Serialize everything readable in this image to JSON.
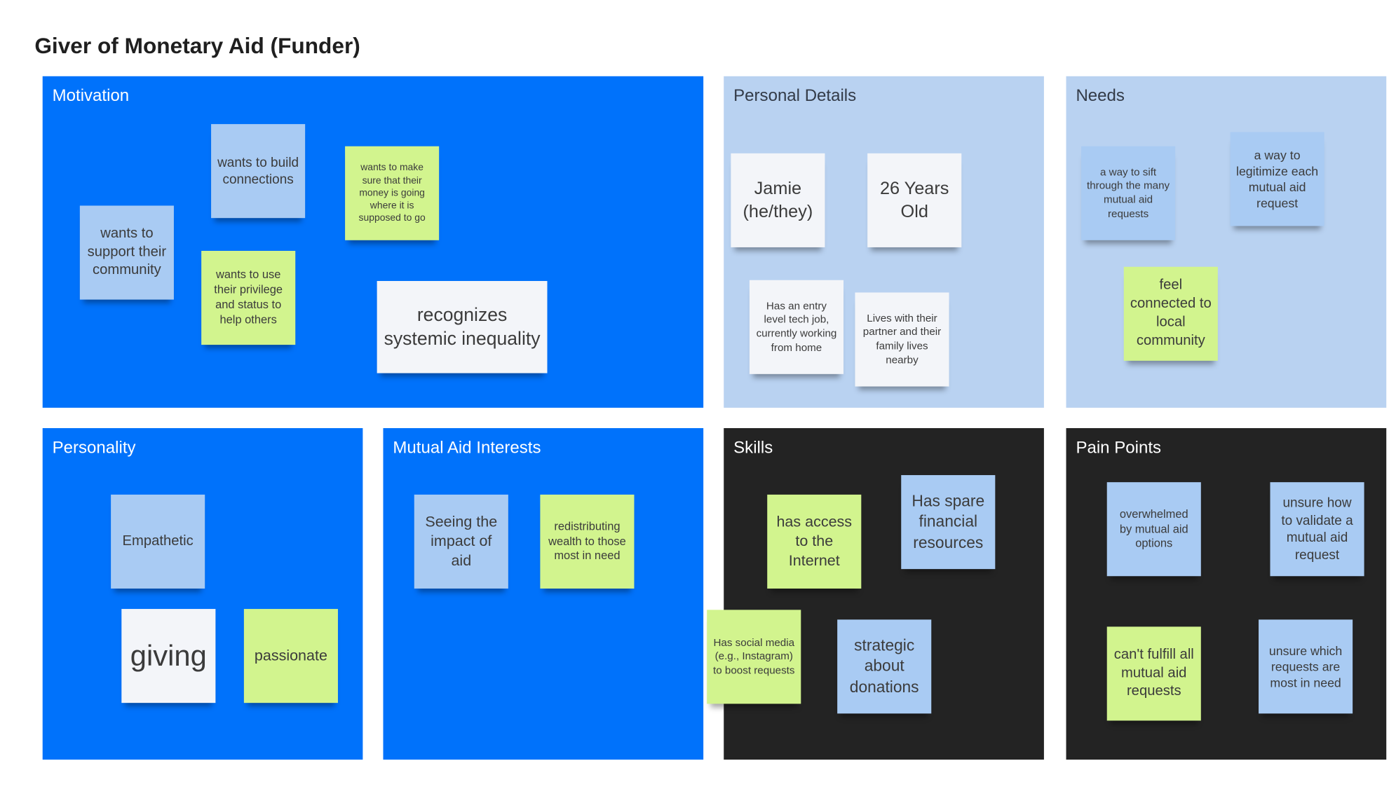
{
  "board": {
    "title": "Giver of Monetary Aid (Funder)"
  },
  "colors": {
    "frame_blue": "#0072fb",
    "frame_light": "#b9d2f1",
    "frame_dark": "#232323",
    "note_blue": "#a9cbf3",
    "note_green": "#d2f48e",
    "note_white": "#f3f5f9"
  },
  "frames": {
    "motivation": {
      "label": "Motivation",
      "notes": [
        "wants to support their community",
        "wants to build connections",
        "wants to make sure that their money is going where it is supposed to go",
        "wants to use their privilege and status to help others",
        "recognizes systemic inequality"
      ]
    },
    "personal_details": {
      "label": "Personal Details",
      "notes": [
        "Jamie (he/they)",
        "26 Years Old",
        "Has an entry level tech job, currently working from home",
        "Lives with their partner and their family lives nearby"
      ]
    },
    "needs": {
      "label": "Needs",
      "notes": [
        "a way to sift through the many mutual aid requests",
        "a way to legitimize each mutual aid request",
        "feel connected to local community"
      ]
    },
    "personality": {
      "label": "Personality",
      "notes": [
        "Empathetic",
        "giving",
        "passionate"
      ]
    },
    "mutual_aid_interests": {
      "label": "Mutual Aid Interests",
      "notes": [
        "Seeing the impact of aid",
        "redistributing wealth to those most in need"
      ]
    },
    "skills": {
      "label": "Skills",
      "notes": [
        "has access to the Internet",
        "Has spare financial resources",
        "Has social media (e.g., Instagram) to boost requests",
        "strategic about donations"
      ]
    },
    "pain_points": {
      "label": "Pain Points",
      "notes": [
        "overwhelmed by mutual aid options",
        "unsure how to validate a mutual aid request",
        "can't fulfill all mutual aid requests",
        "unsure which requests are most in need"
      ]
    }
  }
}
